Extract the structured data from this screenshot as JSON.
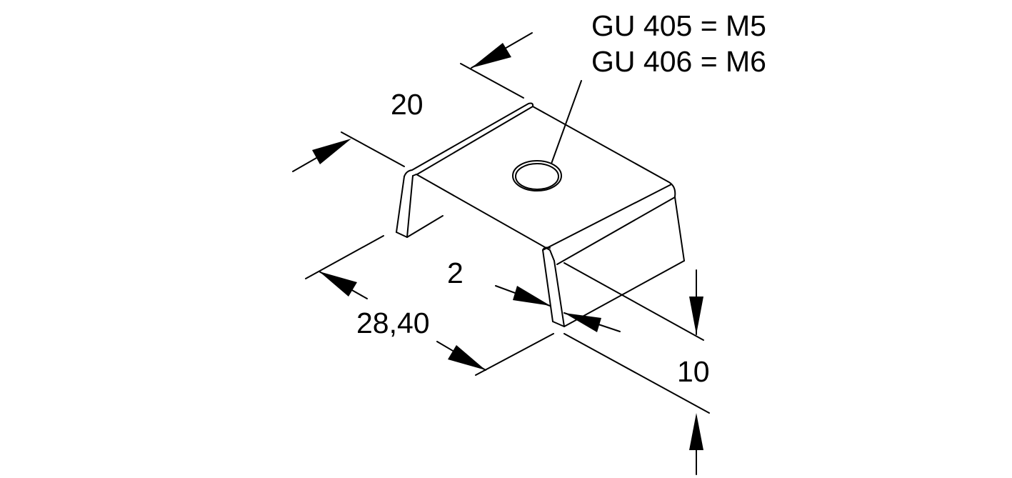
{
  "labels": {
    "model_line_1": "GU 405 = M5",
    "model_line_2": "GU 406 = M6",
    "dim_width": "20",
    "dim_thickness": "2",
    "dim_length": "28,40",
    "dim_height": "10"
  },
  "colors": {
    "stroke": "#000000",
    "background": "#ffffff"
  }
}
